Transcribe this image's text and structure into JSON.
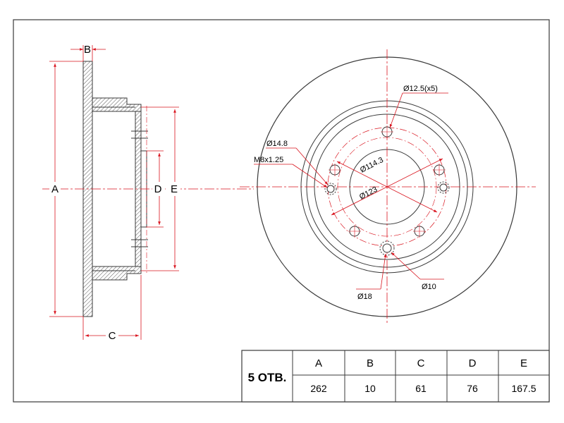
{
  "colors": {
    "outline": "#3a3a3a",
    "dimension": "#d9141e",
    "hatch": "#555555",
    "text": "#000000"
  },
  "side_view": {
    "label_A": "A",
    "label_B": "B",
    "label_C": "C",
    "label_D": "D",
    "label_E": "E"
  },
  "front_view": {
    "bolt_hole": "Ø12.5(x5)",
    "center_bore": "Ø14.8",
    "thread": "M8x1.25",
    "pcd": "Ø114.3",
    "hub": "Ø123",
    "hub_bore": "Ø18",
    "pin": "Ø10"
  },
  "spec_table": {
    "holes_label": "5 ОТВ.",
    "headers": [
      "A",
      "B",
      "C",
      "D",
      "E"
    ],
    "values": [
      "262",
      "10",
      "61",
      "76",
      "167.5"
    ]
  }
}
